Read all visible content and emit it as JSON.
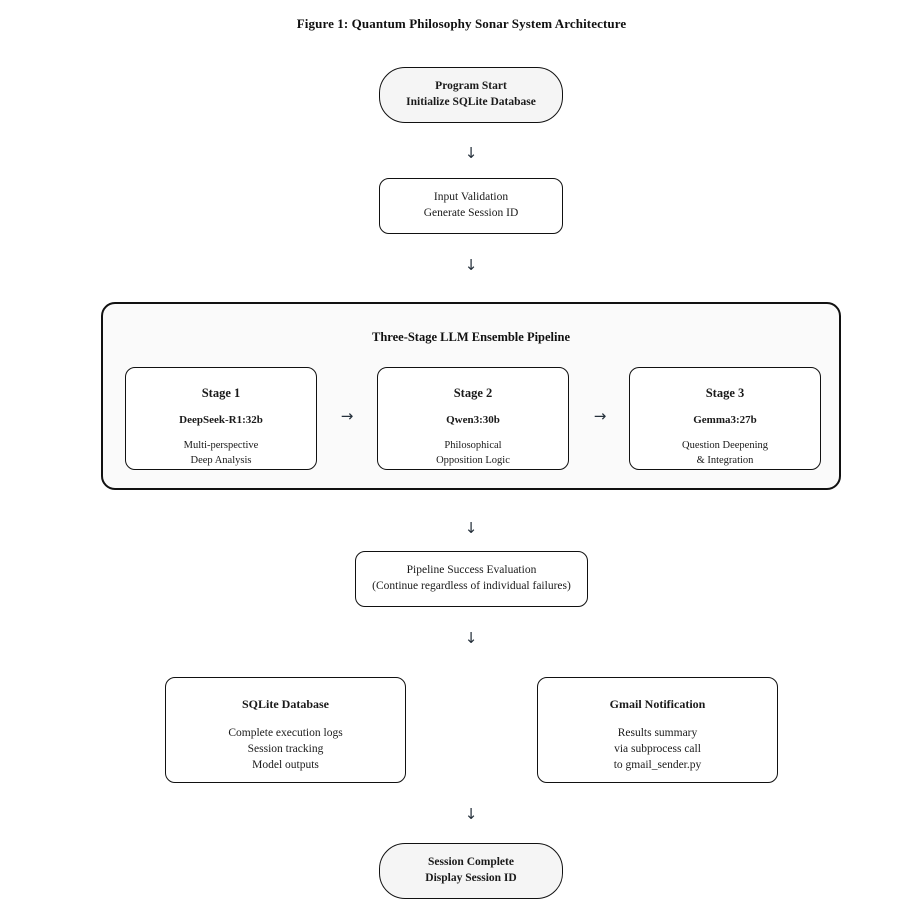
{
  "figure": {
    "title": "Figure 1: Quantum Philosophy Sonar System Architecture"
  },
  "nodes": {
    "start": {
      "line1": "Program Start",
      "line2": "Initialize SQLite Database"
    },
    "validation": {
      "line1": "Input Validation",
      "line2": "Generate Session ID"
    },
    "evaluation": {
      "line1": "Pipeline Success Evaluation",
      "line2": "(Continue regardless of individual failures)"
    },
    "end": {
      "line1": "Session Complete",
      "line2": "Display Session ID"
    }
  },
  "pipeline": {
    "title": "Three-Stage LLM Ensemble Pipeline",
    "stages": [
      {
        "name": "Stage 1",
        "model": "DeepSeek-R1:32b",
        "desc_line1": "Multi-perspective",
        "desc_line2": "Deep Analysis"
      },
      {
        "name": "Stage 2",
        "model": "Qwen3:30b",
        "desc_line1": "Philosophical",
        "desc_line2": "Opposition Logic"
      },
      {
        "name": "Stage 3",
        "model": "Gemma3:27b",
        "desc_line1": "Question Deepening",
        "desc_line2": "& Integration"
      }
    ]
  },
  "outputs": [
    {
      "title": "SQLite Database",
      "line1": "Complete execution logs",
      "line2": "Session tracking",
      "line3": "Model outputs"
    },
    {
      "title": "Gmail Notification",
      "line1": "Results summary",
      "line2": "via subprocess call",
      "line3": "to gmail_sender.py"
    }
  ],
  "arrows": {
    "down_glyph": "↓",
    "right_glyph": "→"
  },
  "colors": {
    "background": "#ffffff",
    "stroke": "#111111",
    "terminal_fill": "#f5f5f5",
    "group_fill": "#fafafa",
    "text": "#1a1a1a"
  }
}
